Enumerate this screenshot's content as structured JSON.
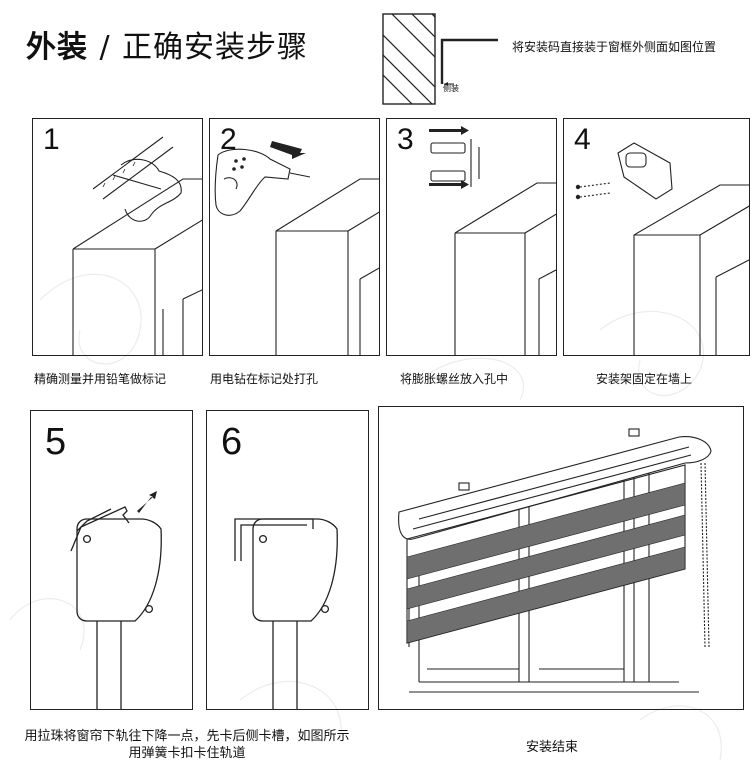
{
  "header": {
    "title_main": "外装",
    "title_sep": "/",
    "title_sub": "正确安装步骤",
    "note": "将安装码直接装于窗框外侧面如图位置",
    "side_label": "侧装"
  },
  "steps": [
    {
      "number": "1",
      "caption": "精确测量并用铅笔做标记"
    },
    {
      "number": "2",
      "caption": "用电钻在标记处打孔"
    },
    {
      "number": "3",
      "caption": "将膨胀螺丝放入孔中"
    },
    {
      "number": "4",
      "caption": "安装架固定在墙上"
    },
    {
      "number": "5",
      "caption": "用拉珠将窗帘下轨往下降一点，先卡后侧卡槽，如图所示用弹簧卡扣卡住轨道"
    },
    {
      "number": "6",
      "caption": ""
    },
    {
      "number": "",
      "caption": "安装结束"
    }
  ],
  "colors": {
    "stroke": "#222222",
    "fabric": "#6f6f6f",
    "background": "#ffffff"
  }
}
